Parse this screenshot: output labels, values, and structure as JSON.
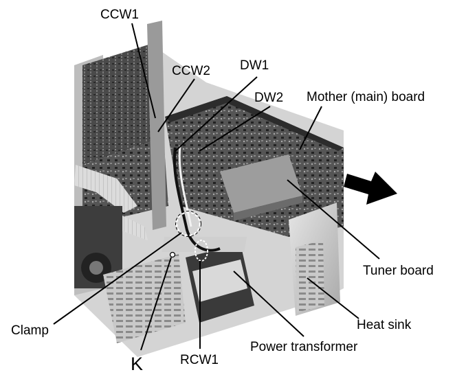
{
  "labels": {
    "ccw1": "CCW1",
    "ccw2": "CCW2",
    "dw1": "DW1",
    "dw2": "DW2",
    "mother_board": "Mother (main) board",
    "tuner_board": "Tuner board",
    "heat_sink": "Heat sink",
    "power_transformer": "Power transformer",
    "rcw1": "RCW1",
    "clamp": "Clamp",
    "k": "K"
  }
}
